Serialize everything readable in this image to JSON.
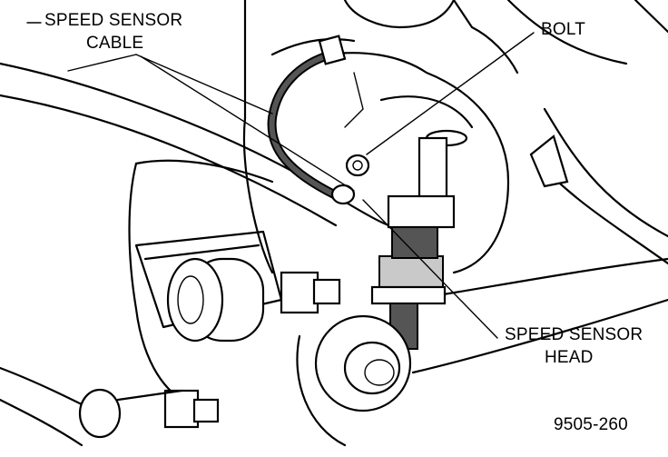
{
  "labels": {
    "speed_sensor_cable_line1": "SPEED SENSOR",
    "speed_sensor_cable_line2": "CABLE",
    "bolt": "BOLT",
    "speed_sensor_head_line1": "SPEED SENSOR",
    "speed_sensor_head_line2": "HEAD",
    "figure_number": "9505-260"
  }
}
